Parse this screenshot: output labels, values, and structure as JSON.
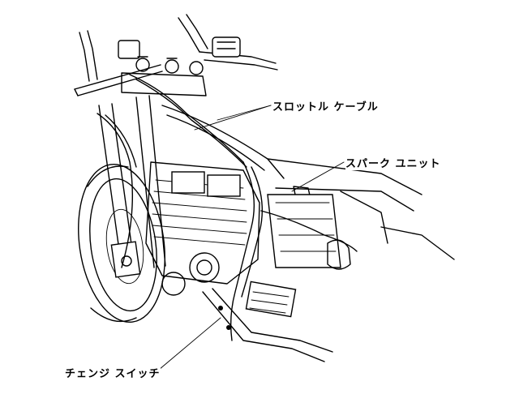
{
  "labels": {
    "throttle_cable": "スロットル ケーブル",
    "spark_unit": "スパーク ユニット",
    "change_switch": "チェンジ スイッチ"
  }
}
